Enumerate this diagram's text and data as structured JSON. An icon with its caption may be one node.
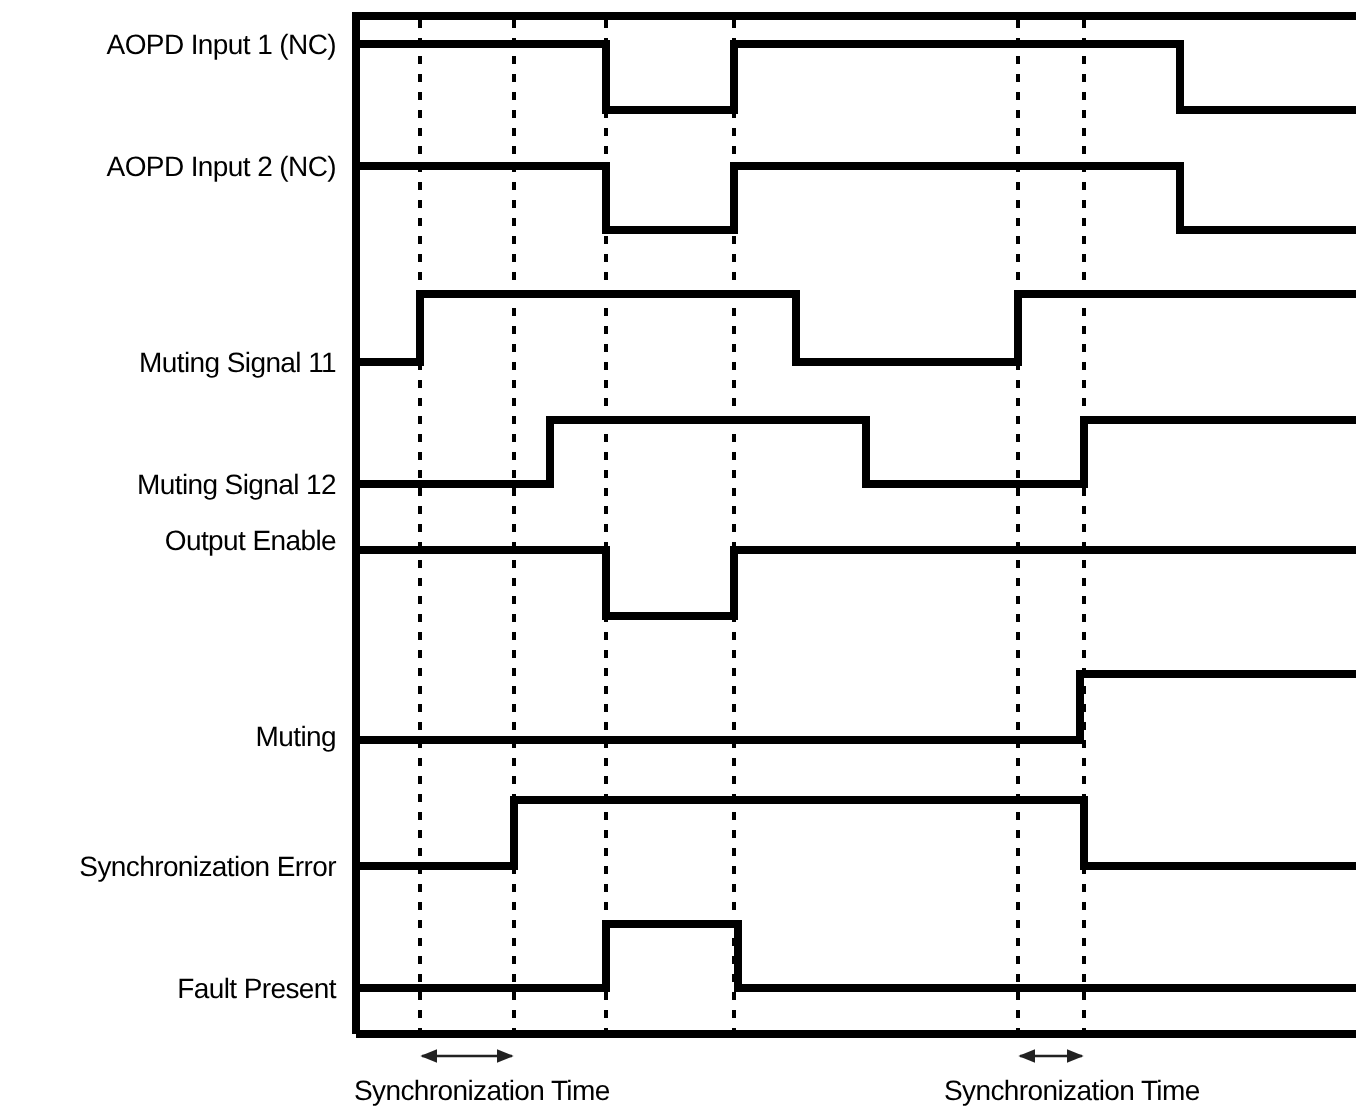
{
  "diagram": {
    "labels": [
      "AOPD Input 1 (NC)",
      "AOPD Input 2 (NC)",
      "Muting Signal 11",
      "Muting Signal 12",
      "Output Enable",
      "Muting",
      "Synchronization Error",
      "Fault Present",
      "Synchronization Time",
      "Synchronization Time"
    ]
  }
}
